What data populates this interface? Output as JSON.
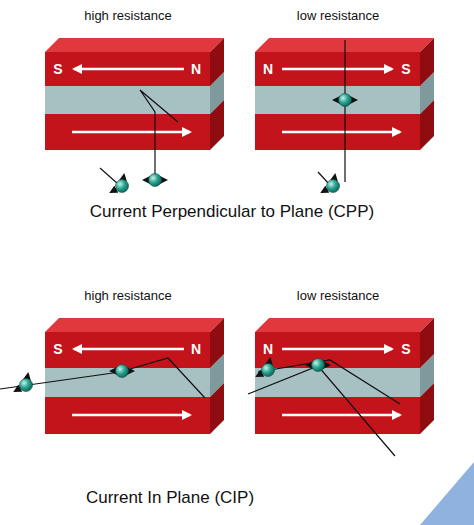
{
  "diagram": {
    "caption": "Current In Plane (CIP)",
    "labels": [
      "high resistance",
      "low resistance",
      "S",
      "N",
      "N",
      "S",
      "Current Perpendicular to Plane (CPP)",
      "high resistance",
      "low resistance",
      "S",
      "N",
      "N",
      "S"
    ]
  }
}
